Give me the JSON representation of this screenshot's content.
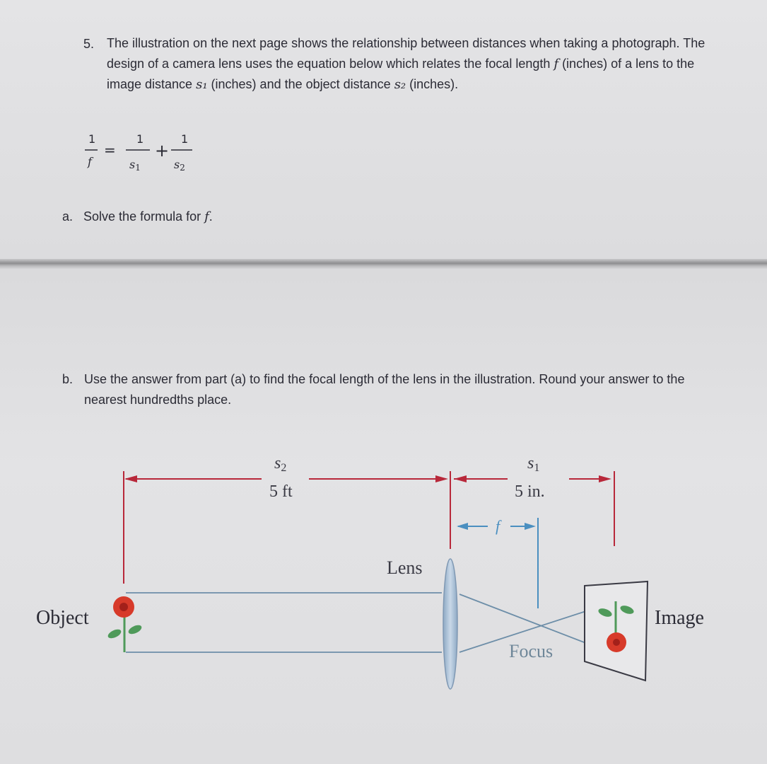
{
  "problem": {
    "number": "5.",
    "intro_part1": "The illustration on the next page shows the relationship between distances when taking a photograph. The design of a camera lens uses the equation below which relates the focal length ",
    "var_f": "f",
    "intro_part2": " (inches) of a lens to the image distance ",
    "var_s1": "s₁",
    "intro_part3": " (inches) and the object distance ",
    "var_s2": "s₂",
    "intro_part4": " (inches)."
  },
  "formula": {
    "numerator": "1",
    "lhs_den": "f",
    "equals": "=",
    "rhs1_den": "s",
    "rhs1_sub": "1",
    "plus": "+",
    "rhs2_den": "s",
    "rhs2_sub": "2"
  },
  "part_a": {
    "label": "a.",
    "text": "Solve the formula for ",
    "var": "f",
    "end": "."
  },
  "part_b": {
    "label": "b.",
    "text": "Use the answer from part (a) to find the focal length of the lens in the illustration. Round your answer to the nearest hundredths place."
  },
  "illustration": {
    "s2_var": "s",
    "s2_sub": "2",
    "s2_value": "5 ft",
    "s1_var": "s",
    "s1_sub": "1",
    "s1_value": "5 in.",
    "f_label": "f",
    "lens_label": "Lens",
    "object_label": "Object",
    "image_label": "Image",
    "focus_label": "Focus",
    "colors": {
      "dimension_red": "#b8283a",
      "focal_blue": "#4a8fc0",
      "ray_blue": "#6d8ea8",
      "lens_fill": "#a9bfd6",
      "flower_red": "#d73a2a",
      "leaf_green": "#4f9a5a"
    }
  }
}
